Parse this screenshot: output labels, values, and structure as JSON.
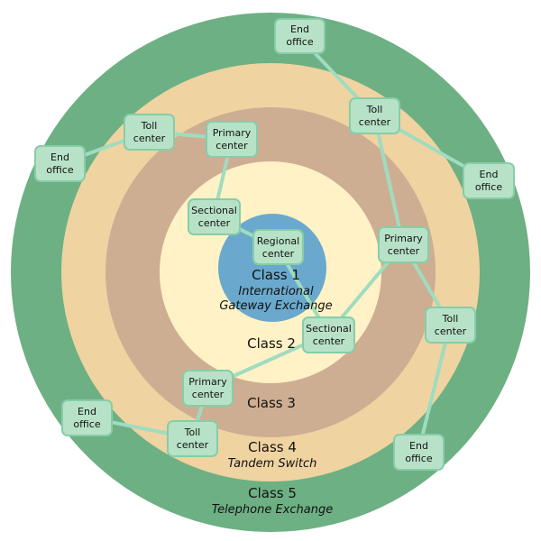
{
  "colors": {
    "class5": "#6db083",
    "class4": "#efd3a1",
    "class3": "#ceae92",
    "class2": "#fff2c6",
    "class1": "#6aa9cd",
    "node_fill": "#b8e2c8",
    "node_stroke": "#86cda8",
    "link": "#9fdcc0"
  },
  "rings": {
    "class1": {
      "title": "Class 1",
      "subtitle_line1": "International",
      "subtitle_line2": "Gateway Exchange"
    },
    "class2": {
      "title": "Class 2"
    },
    "class3": {
      "title": "Class 3"
    },
    "class4": {
      "title": "Class 4",
      "subtitle": "Tandem Switch"
    },
    "class5": {
      "title": "Class 5",
      "subtitle": "Telephone Exchange"
    }
  },
  "nodes": {
    "regional": {
      "line1": "Regional",
      "line2": "center"
    },
    "sectional_a": {
      "line1": "Sectional",
      "line2": "center"
    },
    "sectional_b": {
      "line1": "Sectional",
      "line2": "center"
    },
    "primary_a": {
      "line1": "Primary",
      "line2": "center"
    },
    "primary_b": {
      "line1": "Primary",
      "line2": "center"
    },
    "primary_c": {
      "line1": "Primary",
      "line2": "center"
    },
    "toll_a": {
      "line1": "Toll",
      "line2": "center"
    },
    "toll_b": {
      "line1": "Toll",
      "line2": "center"
    },
    "toll_c": {
      "line1": "Toll",
      "line2": "center"
    },
    "toll_d": {
      "line1": "Toll",
      "line2": "center"
    },
    "end_a": {
      "line1": "End",
      "line2": "office"
    },
    "end_b": {
      "line1": "End",
      "line2": "office"
    },
    "end_c": {
      "line1": "End",
      "line2": "office"
    },
    "end_d": {
      "line1": "End",
      "line2": "office"
    },
    "end_e": {
      "line1": "End",
      "line2": "office"
    }
  }
}
